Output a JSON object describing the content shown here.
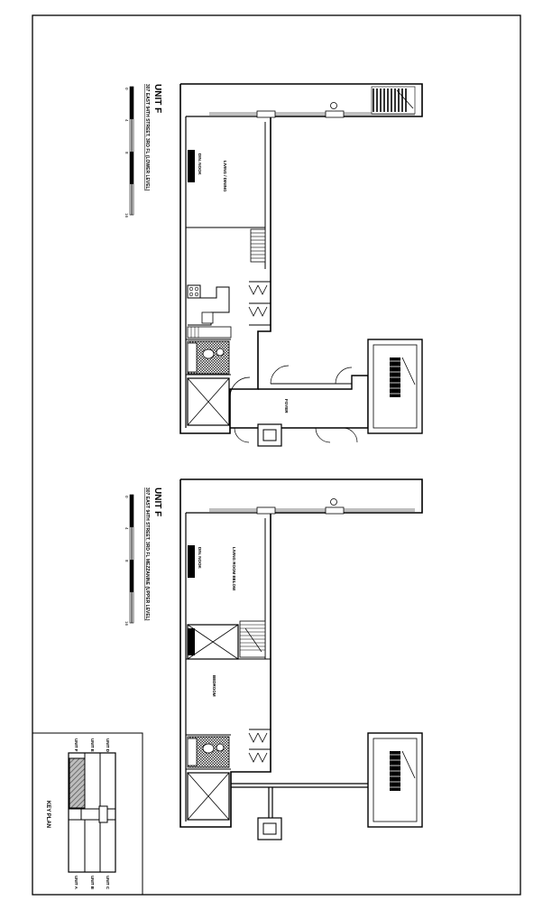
{
  "sheet": {
    "key_plan": {
      "title": "KEY PLAN",
      "labels_top": [
        "UNIT F",
        "UNIT E",
        "UNIT D"
      ],
      "labels_bottom": [
        "UNIT A",
        "UNIT B",
        "UNIT C"
      ]
    },
    "plans": [
      {
        "unit": "UNIT F",
        "subtitle": "307 EAST 94TH STREET, 3RD FL (LOWER LEVEL)",
        "scale_labels": [
          "0",
          "4",
          "8",
          "16"
        ],
        "rooms": [
          {
            "label": "LIVING / DINING"
          },
          {
            "label": "DIN. NOOK"
          },
          {
            "label": "FOYER"
          }
        ]
      },
      {
        "unit": "UNIT F",
        "subtitle": "307 EAST 94TH STREET, 3RD FL MEZZANINE (UPPER LEVEL)",
        "scale_labels": [
          "0",
          "4",
          "8",
          "16"
        ],
        "rooms": [
          {
            "label": "LIVING ROOM BELOW"
          },
          {
            "label": "DIN. NOOK"
          },
          {
            "label": "BEDROOM"
          }
        ]
      }
    ],
    "colors": {
      "ink": "#000000",
      "hatch": "#5a5a5a",
      "paper": "#ffffff"
    }
  }
}
